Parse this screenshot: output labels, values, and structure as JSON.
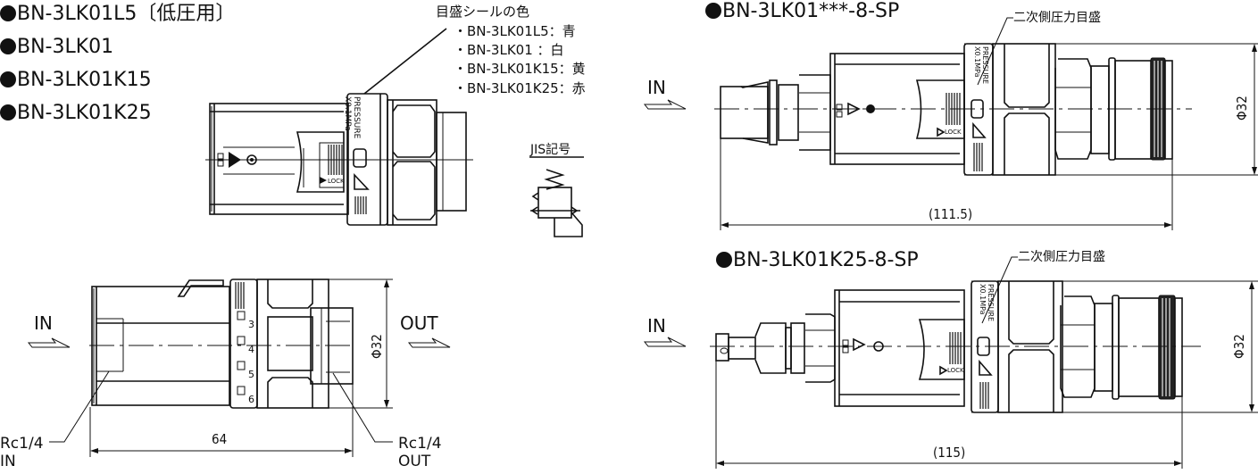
{
  "top_left_models": [
    "BN-3LK01L5〔低圧用〕",
    "BN-3LK01",
    "BN-3LK01K15",
    "BN-3LK01K25"
  ],
  "scale_seal_legend": {
    "title": "目盛シールの色",
    "items": [
      "・BN-3LK01L5：青",
      "・BN-3LK01 ：白",
      "・BN-3LK01K15：黄",
      "・BN-3LK01K25：赤"
    ]
  },
  "jis_symbol": {
    "title": "JIS記号"
  },
  "regulator_view": {
    "pressure_label_1": "PRESSURE",
    "pressure_label_2": "X0.1MPa",
    "lock_label": "LOCK"
  },
  "side_view": {
    "in_label": "IN",
    "out_label": "OUT",
    "diameter": "Φ32",
    "length": "64",
    "port_in": {
      "thread": "Rc1/4",
      "side": "IN"
    },
    "port_out": {
      "thread": "Rc1/4",
      "side": "OUT"
    },
    "scale_marks": [
      "3",
      "4",
      "5",
      "6"
    ]
  },
  "assembly_1": {
    "title": "BN-3LK01***-8-SP",
    "in_label": "IN",
    "callout": "二次側圧力目盛",
    "pressure_label_1": "PRESSURE",
    "pressure_label_2": "X0.1MPa",
    "lock_label": "LOCK",
    "diameter": "Φ32",
    "length": "(111.5)"
  },
  "assembly_2": {
    "title": "BN-3LK01K25-8-SP",
    "in_label": "IN",
    "callout": "二次側圧力目盛",
    "pressure_label_1": "PRESSURE",
    "pressure_label_2": "X0.1MPa",
    "lock_label": "LOCK",
    "diameter": "Φ32",
    "length": "(115)"
  }
}
